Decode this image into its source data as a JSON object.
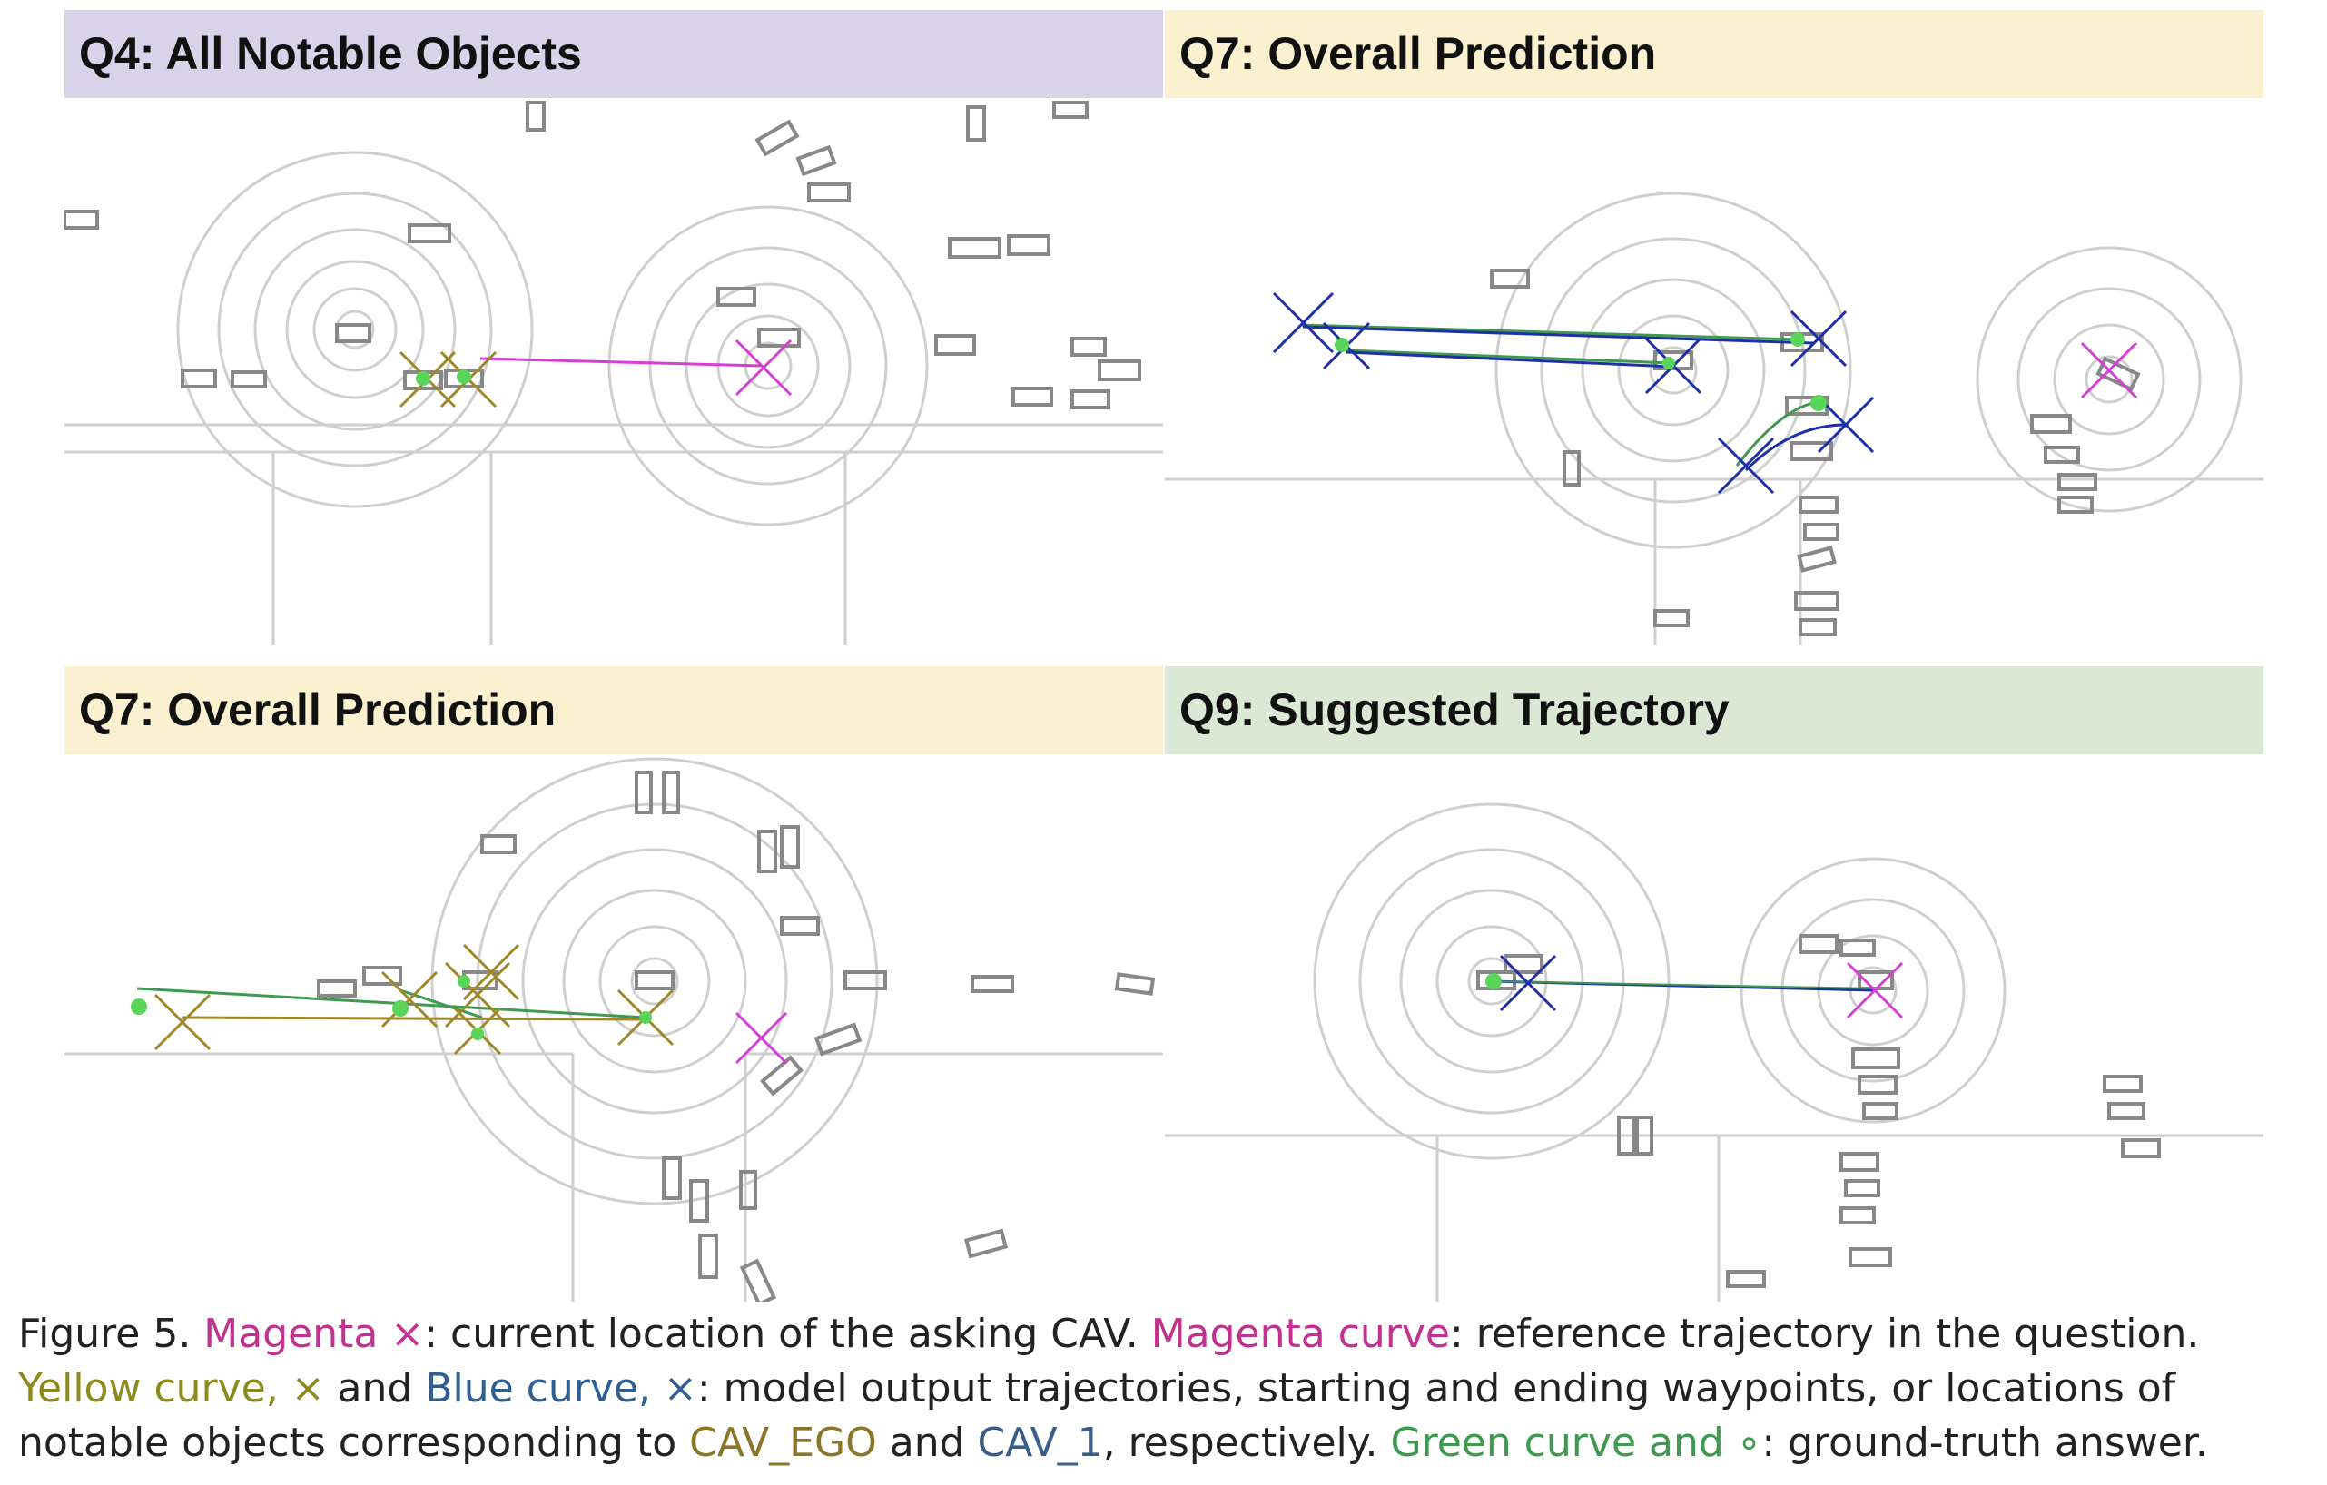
{
  "panels": [
    {
      "title": "Q4: All Notable Objects",
      "banner_color": "#d8d3e8"
    },
    {
      "title": "Q7: Overall Prediction",
      "banner_color": "#fbf0cf"
    },
    {
      "title": "Q7: Overall Prediction",
      "banner_color": "#fbf0cf"
    },
    {
      "title": "Q9: Suggested Trajectory",
      "banner_color": "#dbe8d5"
    }
  ],
  "colors": {
    "magenta": "#d63fd6",
    "yellow": "#a08828",
    "blue": "#1f2fa8",
    "green": "#59d659",
    "box": "#8a8a8a",
    "lidar": "#c9c9c9"
  },
  "caption": {
    "prefix": "Figure 5. ",
    "t1": "Magenta ×",
    "t2": ": current location of the asking CAV. ",
    "t3": "Magenta curve",
    "t4": ": reference trajectory in the question. ",
    "t5": "Yellow curve, ×",
    "t6": " and ",
    "t7": "Blue curve, ×",
    "t8": ": model output trajectories, starting and ending waypoints, or locations of notable objects corresponding to ",
    "t9": "CAV_EGO",
    "t10": " and ",
    "t11": "CAV_1",
    "t12": ", respectively. ",
    "t13": "Green curve and ∘",
    "t14": ": ground-truth answer."
  }
}
